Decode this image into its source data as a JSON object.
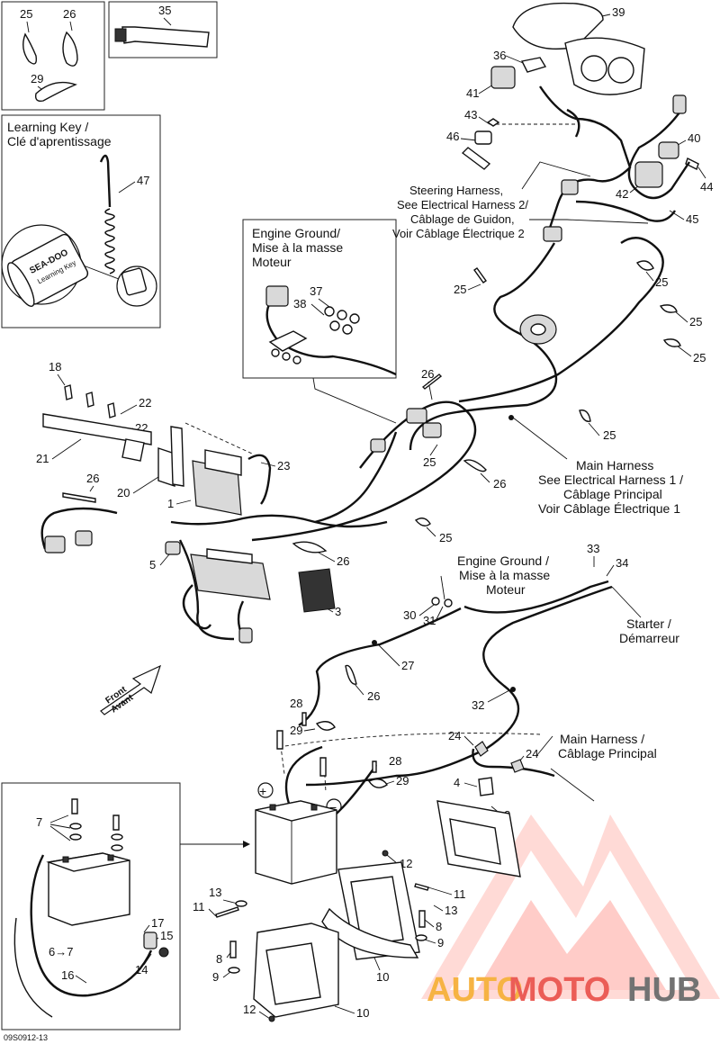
{
  "diagram": {
    "drawing_code": "09S0912-13",
    "front_arrow": {
      "line1": "Front",
      "line2": "Avant"
    },
    "inset_learning_key": {
      "title_line1": "Learning Key /",
      "title_line2": "Clé d'aprentissage",
      "key_text_line1": "SEA-DOO",
      "key_text_line2": "Learning Key"
    },
    "inset_engine_ground": {
      "line1": "Engine Ground/",
      "line2": "Mise à la masse",
      "line3": "Moteur"
    },
    "callouts": {
      "steering_harness": [
        "Steering Harness,",
        "See Electrical Harness 2/",
        "Câblage de Guidon,",
        "Voir Câblage Électrique 2"
      ],
      "main_harness": [
        "Main Harness",
        "See Electrical Harness 1 /",
        "Câblage Principal",
        "Voir Câblage Électrique 1"
      ],
      "engine_ground_2": [
        "Engine Ground /",
        "Mise à la masse",
        "Moteur"
      ],
      "starter": [
        "Starter /",
        "Démarreur"
      ],
      "main_harness_2": [
        "Main Harness /",
        "Câblage Principal"
      ]
    },
    "part_numbers": {
      "n1": "1",
      "n2": "2",
      "n3": "3",
      "n4": "4",
      "n5": "5",
      "n67": "6→7",
      "n7": "7",
      "n8": "8",
      "n9": "9",
      "n10": "10",
      "n11": "11",
      "n12": "12",
      "n13": "13",
      "n14": "14",
      "n15": "15",
      "n16": "16",
      "n17": "17",
      "n18": "18",
      "n20": "20",
      "n21": "21",
      "n22": "22",
      "n23": "23",
      "n24": "24",
      "n25": "25",
      "n26": "26",
      "n27": "27",
      "n28": "28",
      "n29": "29",
      "n30": "30",
      "n31": "31",
      "n32": "32",
      "n33": "33",
      "n34": "34",
      "n35": "35",
      "n36": "36",
      "n37": "37",
      "n38": "38",
      "n39": "39",
      "n40": "40",
      "n41": "41",
      "n42": "42",
      "n43": "43",
      "n44": "44",
      "n45": "45",
      "n46": "46",
      "n47": "47"
    },
    "polarity": {
      "plus": "+",
      "minus": "−"
    }
  },
  "watermark": {
    "text_auto": "AUTO",
    "text_moto": "MOTO",
    "text_hub": "HUB",
    "color_orange": "#f5a623",
    "color_red": "#e8413a",
    "color_dark": "#5a5a5a"
  }
}
